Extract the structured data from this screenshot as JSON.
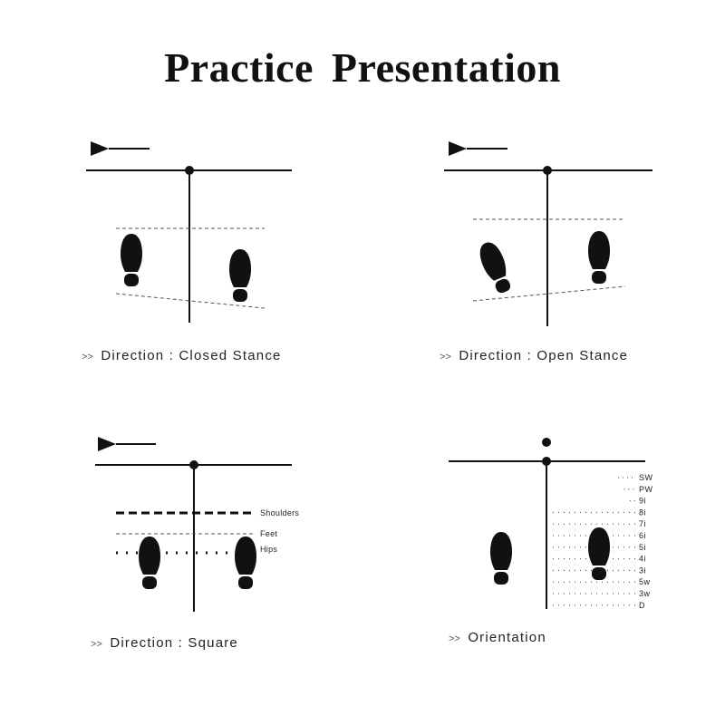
{
  "title": "Practice Presentation",
  "panels": {
    "closed": {
      "prefix": ">>",
      "caption": "Direction : Closed Stance"
    },
    "open": {
      "prefix": ">>",
      "caption": "Direction : Open Stance"
    },
    "square": {
      "prefix": ">>",
      "caption": "Direction : Square",
      "lines": {
        "shoulders": "Shoulders",
        "feet": "Feet",
        "hips": "Hips"
      }
    },
    "orientation": {
      "prefix": ">>",
      "caption": "Orientation",
      "clubs": [
        "SW",
        "PW",
        "9i",
        "8i",
        "7i",
        "6i",
        "5i",
        "4i",
        "3i",
        "5w",
        "3w",
        "D"
      ]
    }
  }
}
